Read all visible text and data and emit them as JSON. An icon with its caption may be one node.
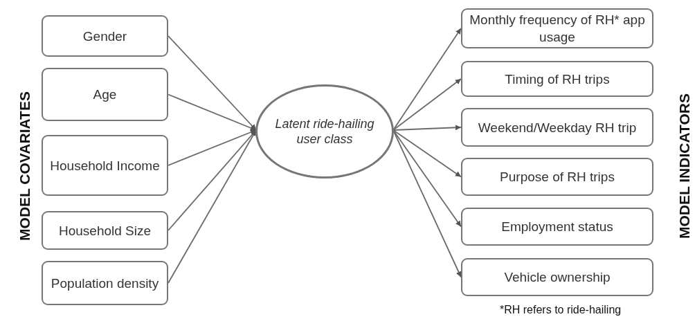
{
  "diagram": {
    "nodes": [
      {
        "text": [
          "Gender"
        ]
      },
      {
        "text": [
          "Age"
        ]
      },
      {
        "text": [
          "Household Income"
        ]
      },
      {
        "text": [
          "Household Size"
        ]
      },
      {
        "text": [
          "Population density"
        ]
      },
      {
        "text": [
          "Latent ride-hailing user class"
        ]
      },
      {
        "text": [
          "Monthly frequency of RH* app usage"
        ]
      },
      {
        "text": [
          "Timing of RH trips"
        ]
      },
      {
        "text": [
          "Weekend/Weekday RH trip"
        ]
      },
      {
        "text": [
          "Purpose of RH trips"
        ]
      },
      {
        "text": [
          "Employment status"
        ]
      },
      {
        "text": [
          "Vehicle ownership"
        ]
      }
    ],
    "edges": [
      {
        "from": 0,
        "to": 5,
        "arrow": "to"
      },
      {
        "from": 1,
        "to": 5,
        "arrow": "to"
      },
      {
        "from": 2,
        "to": 5,
        "arrow": "to"
      },
      {
        "from": 3,
        "to": 5,
        "arrow": "to"
      },
      {
        "from": 4,
        "to": 5,
        "arrow": "to"
      },
      {
        "from": 5,
        "to": 6,
        "arrow": "to"
      },
      {
        "from": 5,
        "to": 7,
        "arrow": "to"
      },
      {
        "from": 5,
        "to": 8,
        "arrow": "to"
      },
      {
        "from": 5,
        "to": 9,
        "arrow": "to"
      },
      {
        "from": 5,
        "to": 10,
        "arrow": "to"
      },
      {
        "from": 5,
        "to": 11,
        "arrow": "to"
      }
    ],
    "labels": [
      "MODEL COVARIATES",
      "MODEL INDICATORS",
      "*RH refers to ride-hailing"
    ]
  }
}
